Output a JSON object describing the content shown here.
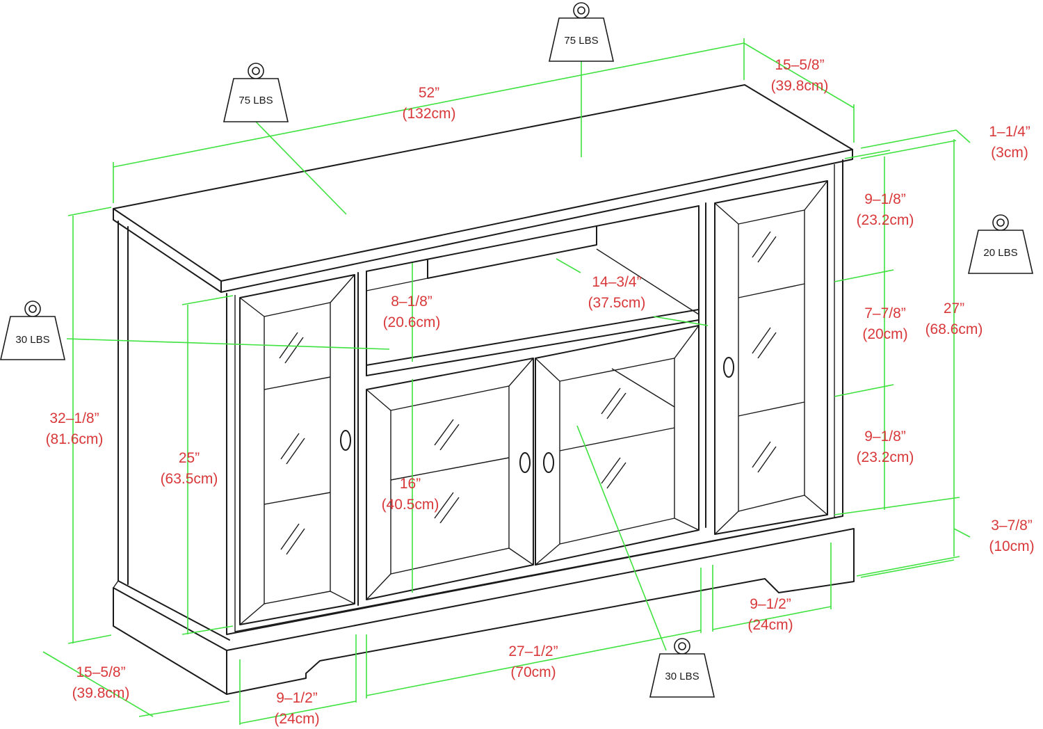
{
  "weights": {
    "top_left": "75 LBS",
    "top_center": "75 LBS",
    "right_upper": "20 LBS",
    "left_middle": "30 LBS",
    "bottom_center": "30 LBS"
  },
  "dimensions": {
    "width": {
      "imperial": "52”",
      "metric": "(132cm)"
    },
    "depth_top": {
      "imperial": "15–5/8”",
      "metric": "(39.8cm)"
    },
    "top_thickness": {
      "imperial": "1–1/4”",
      "metric": "(3cm)"
    },
    "shelf_upper": {
      "imperial": "9–1/8”",
      "metric": "(23.2cm)"
    },
    "shelf_middle": {
      "imperial": "7–7/8”",
      "metric": "(20cm)"
    },
    "shelf_lower": {
      "imperial": "9–1/8”",
      "metric": "(23.2cm)"
    },
    "total_height": {
      "imperial": "27”",
      "metric": "(68.6cm)"
    },
    "base_height": {
      "imperial": "3–7/8”",
      "metric": "(10cm)"
    },
    "open_width": {
      "imperial": "14–3/4”",
      "metric": "(37.5cm)"
    },
    "open_height": {
      "imperial": "8–1/8”",
      "metric": "(20.6cm)"
    },
    "side_height": {
      "imperial": "32–1/8”",
      "metric": "(81.6cm)"
    },
    "inner_height": {
      "imperial": "25”",
      "metric": "(63.5cm)"
    },
    "center_door": {
      "imperial": "16”",
      "metric": "(40.5cm)"
    },
    "side_door_right": {
      "imperial": "9–1/2”",
      "metric": "(24cm)"
    },
    "center_width": {
      "imperial": "27–1/2”",
      "metric": "(70cm)"
    },
    "depth_bottom": {
      "imperial": "15–5/8”",
      "metric": "(39.8cm)"
    },
    "side_door_left": {
      "imperial": "9–1/2”",
      "metric": "(24cm)"
    }
  }
}
